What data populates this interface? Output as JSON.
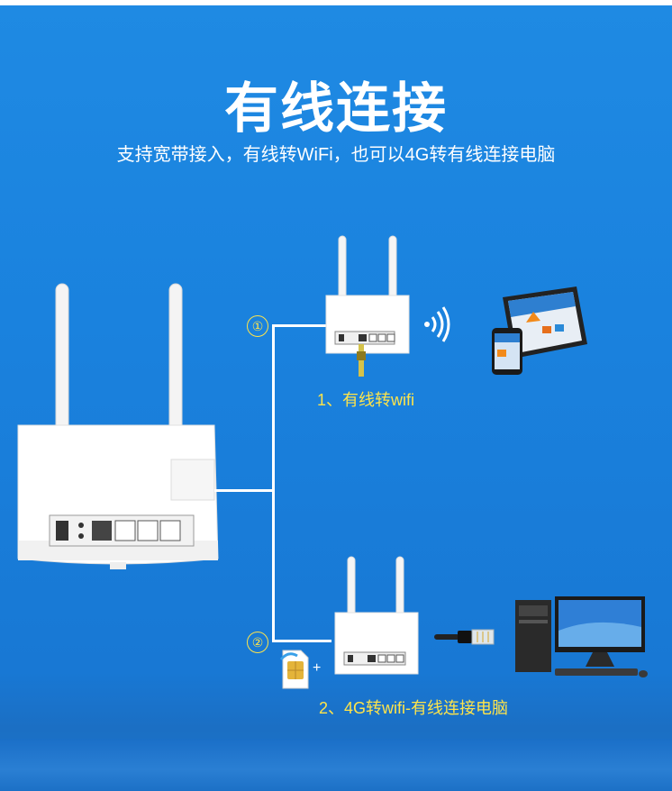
{
  "header": {
    "title": "有线连接",
    "subtitle": "支持宽带接入，有线转WiFi，也可以4G转有线连接电脑"
  },
  "scenarios": [
    {
      "number": "①",
      "caption": "1、有线转wifi"
    },
    {
      "number": "②",
      "caption": "2、4G转wifi-有线连接电脑"
    }
  ],
  "plus_sign": "+",
  "colors": {
    "background": "#1a82de",
    "accent": "#ffe44a",
    "text": "#ffffff"
  },
  "icons": [
    "router-main",
    "router-small",
    "wifi-signal-icon",
    "ethernet-cable-icon",
    "tablet-phone-icon",
    "desktop-computer-icon",
    "sim-card-icon"
  ]
}
